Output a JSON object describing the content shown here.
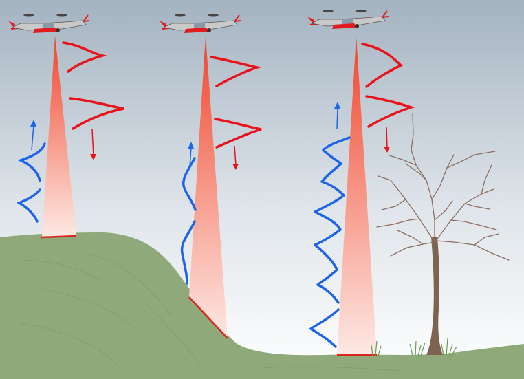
{
  "diagram": {
    "labels": [],
    "colors": {
      "sky_top": "#a4b3c1",
      "sky_bottom": "#ffffff",
      "ground": "#8fa97a",
      "ground_line": "#7b9468",
      "beam_top": "#f0442a",
      "beam_bottom": "#fde9e4",
      "footprint": "#d9261c",
      "outgoing_pulse": "#e8131b",
      "return_waveform": "#1e64e6",
      "tree_trunk": "#7e6450",
      "tree_branches": "#8c6e5f",
      "grass": "#6c9a56",
      "aircraft_body": "#c9c9c9",
      "aircraft_accent": "#e21c1c"
    },
    "panels": [
      {
        "surface": "flat-hilltop"
      },
      {
        "surface": "slope"
      },
      {
        "surface": "tree-canopy"
      }
    ]
  }
}
